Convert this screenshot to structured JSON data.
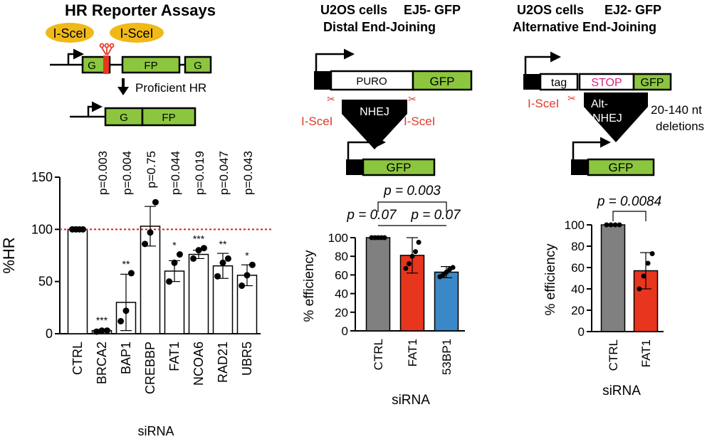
{
  "colors": {
    "green": "#8cc63f",
    "yellow": "#f0b918",
    "red": "#e8351e",
    "blue": "#3a88c8",
    "gray": "#808080",
    "magenta": "#d4267f",
    "scissors": "#e23a2a",
    "hr_line": "#e01b1b"
  },
  "panel_hr": {
    "title": "HR Reporter Assays",
    "isce1_left": "I-SceI",
    "isce1_right": "I-SceI",
    "box_g1": "G",
    "box_fp": "FP",
    "box_g2": "G",
    "proficient": "Proficient HR",
    "out_g": "G",
    "out_fp": "FP"
  },
  "panel_ej5": {
    "title_line1": "U2OS cells",
    "title_ej": "EJ5- GFP",
    "title_line2": "Distal End-Joining",
    "puro": "PURO",
    "gfp": "GFP",
    "isce_left": "I-SceI",
    "isce_right": "I-SceI",
    "nhej": "NHEJ",
    "out_gfp": "GFP"
  },
  "panel_ej2": {
    "title_line1": "U2OS cells",
    "title_ej": "EJ2- GFP",
    "title_line2": "Alternative End-Joining",
    "tag": "tag",
    "stop": "STOP",
    "gfp": "GFP",
    "isce": "I-SceI",
    "alt": "Alt-",
    "nhej": "NHEJ",
    "del1": "20-140 nt",
    "del2": "deletions",
    "out_gfp": "GFP"
  },
  "chart_data": [
    {
      "type": "bar",
      "ylabel": "%HR",
      "xlabel": "siRNA",
      "ylim": [
        0,
        150
      ],
      "yticks": [
        "0",
        "50",
        "100",
        "150"
      ],
      "reference_line": 100,
      "categories": [
        "CTRL",
        "BRCA2",
        "BAP1",
        "CREBBP",
        "FAT1",
        "NCOA6",
        "RAD21",
        "UBR5"
      ],
      "values": [
        100,
        3,
        30,
        103,
        60,
        76,
        65,
        56
      ],
      "errors": [
        0,
        1,
        27,
        19,
        10,
        4,
        12,
        10
      ],
      "points": [
        [
          100,
          100,
          100,
          100
        ],
        [
          2,
          3,
          3
        ],
        [
          12,
          22,
          58
        ],
        [
          86,
          97,
          126
        ],
        [
          50,
          68,
          76
        ],
        [
          72,
          80,
          82
        ],
        [
          55,
          68,
          72
        ],
        [
          46,
          56,
          66
        ]
      ],
      "p_values": [
        "",
        "p=0.003",
        "p=0.004",
        "p=0.75",
        "p=0.044",
        "p=0.019",
        "p=0.047",
        "p=0.043"
      ],
      "stars": [
        "",
        "***",
        "**",
        "",
        "*",
        "***",
        "**",
        "*"
      ],
      "colors": [
        "#ffffff",
        "#ffffff",
        "#ffffff",
        "#ffffff",
        "#ffffff",
        "#ffffff",
        "#ffffff",
        "#ffffff"
      ]
    },
    {
      "type": "bar",
      "ylabel": "% efficiency",
      "xlabel": "siRNA",
      "ylim": [
        0,
        100
      ],
      "yticks": [
        "0",
        "20",
        "40",
        "60",
        "80",
        "100"
      ],
      "categories": [
        "CTRL",
        "FAT1",
        "53BP1"
      ],
      "values": [
        100,
        81,
        63
      ],
      "errors": [
        0,
        19,
        6
      ],
      "points": [
        [
          100,
          100,
          100,
          100,
          100
        ],
        [
          67,
          72,
          80,
          85,
          95
        ],
        [
          58,
          60,
          63,
          66,
          68
        ]
      ],
      "colors": [
        "#808080",
        "#e8351e",
        "#3a88c8"
      ],
      "brackets": [
        {
          "from": 0,
          "to": 1,
          "label": "p = 0.07"
        },
        {
          "from": 1,
          "to": 2,
          "label": "p = 0.07"
        },
        {
          "from": 0,
          "to": 2,
          "label": "p = 0.003"
        }
      ]
    },
    {
      "type": "bar",
      "ylabel": "% efficiency",
      "xlabel": "siRNA",
      "ylim": [
        0,
        100
      ],
      "yticks": [
        "0",
        "20",
        "40",
        "60",
        "80",
        "100"
      ],
      "categories": [
        "CTRL",
        "FAT1"
      ],
      "values": [
        100,
        57
      ],
      "errors": [
        0,
        17
      ],
      "points": [
        [
          100,
          100,
          100,
          100
        ],
        [
          40,
          52,
          64,
          73
        ]
      ],
      "colors": [
        "#808080",
        "#e8351e"
      ],
      "brackets": [
        {
          "from": 0,
          "to": 1,
          "label": "p = 0.0084"
        }
      ]
    }
  ]
}
